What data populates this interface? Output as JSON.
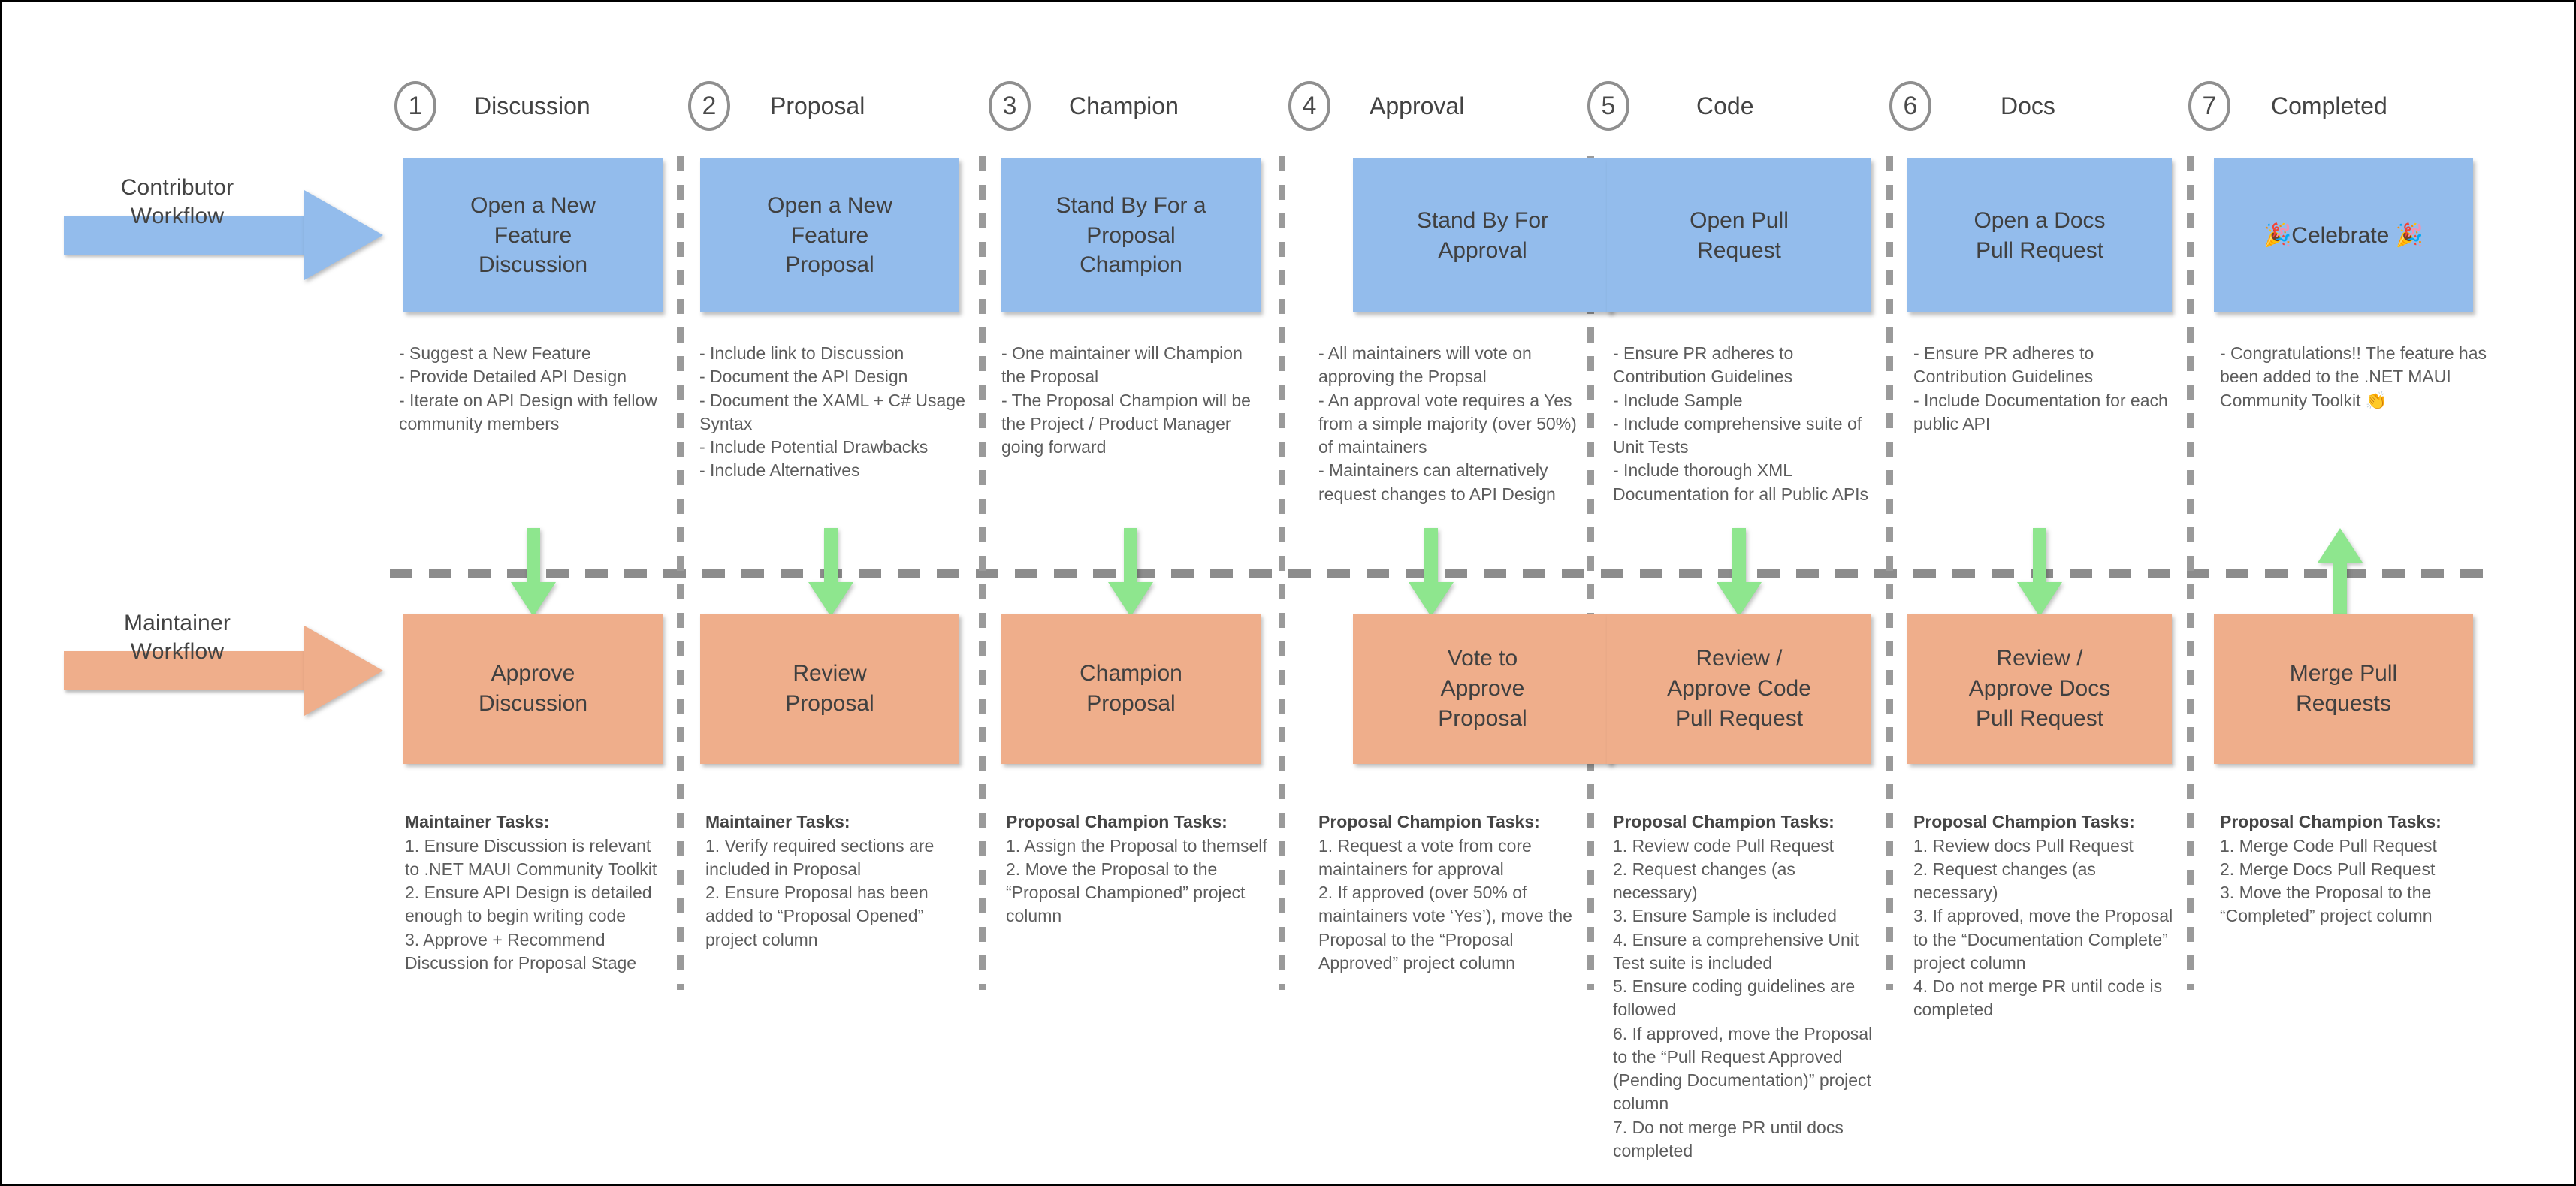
{
  "lanes": {
    "contributor": {
      "label": "Contributor\nWorkflow",
      "color": "#93BCEC"
    },
    "maintainer": {
      "label": "Maintainer\nWorkflow",
      "color": "#EFAE8B"
    }
  },
  "colors": {
    "contributor_box": "#93BCEC",
    "maintainer_box": "#EFAE8B",
    "flow_arrow": "#8EE68E",
    "divider": "#8C8C8C"
  },
  "steps": [
    {
      "number": "1",
      "title": "Discussion",
      "contributor_box": "Open a New\nFeature\nDiscussion",
      "contributor_notes": "- Suggest a New Feature\n- Provide Detailed API Design\n- Iterate on API Design with fellow community members",
      "maintainer_box": "Approve\nDiscussion",
      "maintainer_notes_header": "Maintainer Tasks:",
      "maintainer_notes": "1. Ensure Discussion is relevant to .NET MAUI Community Toolkit\n2. Ensure API Design is detailed enough to begin writing code\n3. Approve + Recommend Discussion for Proposal Stage",
      "flow_direction": "down"
    },
    {
      "number": "2",
      "title": "Proposal",
      "contributor_box": "Open a New\nFeature\nProposal",
      "contributor_notes": "- Include link to Discussion\n- Document the API Design\n- Document the XAML + C# Usage Syntax\n- Include Potential Drawbacks\n- Include Alternatives",
      "maintainer_box": "Review\nProposal",
      "maintainer_notes_header": "Maintainer Tasks:",
      "maintainer_notes": "1. Verify required sections are included in Proposal\n2. Ensure Proposal has been added to “Proposal Opened” project column",
      "flow_direction": "down"
    },
    {
      "number": "3",
      "title": "Champion",
      "contributor_box": "Stand By For a\nProposal\nChampion",
      "contributor_notes": "- One maintainer will Champion the Proposal\n- The Proposal Champion will be the Project / Product Manager going forward",
      "maintainer_box": "Champion\nProposal",
      "maintainer_notes_header": "Proposal Champion Tasks:",
      "maintainer_notes": "1. Assign the Proposal to themself\n2. Move the Proposal to the “Proposal Championed” project column",
      "flow_direction": "down"
    },
    {
      "number": "4",
      "title": "Approval",
      "contributor_box": "Stand By For\nApproval",
      "contributor_notes": "- All maintainers will vote on approving the Propsal\n- An approval vote requires a Yes from a simple majority (over 50%) of maintainers\n- Maintainers can alternatively request changes to API Design",
      "maintainer_box": "Vote to\nApprove\nProposal",
      "maintainer_notes_header": "Proposal Champion Tasks:",
      "maintainer_notes": "1. Request a vote from core maintainers for approval\n2. If approved (over 50% of maintainers vote ‘Yes’), move the Proposal to the “Proposal Approved” project column",
      "flow_direction": "down"
    },
    {
      "number": "5",
      "title": "Code",
      "contributor_box": "Open Pull\nRequest",
      "contributor_notes": "- Ensure PR adheres to Contribution Guidelines\n- Include Sample\n- Include comprehensive suite of Unit Tests\n- Include thorough XML Documentation for all Public APIs",
      "maintainer_box": "Review /\nApprove Code\nPull Request",
      "maintainer_notes_header": "Proposal Champion Tasks:",
      "maintainer_notes": "1. Review code Pull Request\n2. Request changes (as necessary)\n3. Ensure Sample is included\n4. Ensure a comprehensive Unit Test suite is included\n5. Ensure coding guidelines are followed\n6. If approved, move the Proposal to the “Pull Request Approved (Pending Documentation)” project column\n7. Do not merge PR until docs completed",
      "flow_direction": "down"
    },
    {
      "number": "6",
      "title": "Docs",
      "contributor_box": "Open a Docs\nPull Request",
      "contributor_notes": "- Ensure PR adheres to Contribution Guidelines\n- Include Documentation for each public API",
      "maintainer_box": "Review /\nApprove Docs\nPull Request",
      "maintainer_notes_header": "Proposal Champion Tasks:",
      "maintainer_notes": "1. Review docs Pull Request\n2. Request changes (as necessary)\n3. If approved, move the Proposal to the “Documentation Complete” project column\n4. Do not merge PR until code is completed",
      "flow_direction": "down"
    },
    {
      "number": "7",
      "title": "Completed",
      "contributor_box": "🎉Celebrate 🎉",
      "contributor_notes": "- Congratulations!! The feature has been added to the .NET MAUI Community Toolkit 👏",
      "maintainer_box": "Merge Pull\nRequests",
      "maintainer_notes_header": "Proposal Champion Tasks:",
      "maintainer_notes": "1. Merge Code Pull Request\n2. Merge Docs Pull Request\n3. Move the Proposal to the “Completed” project column",
      "flow_direction": "up"
    }
  ]
}
